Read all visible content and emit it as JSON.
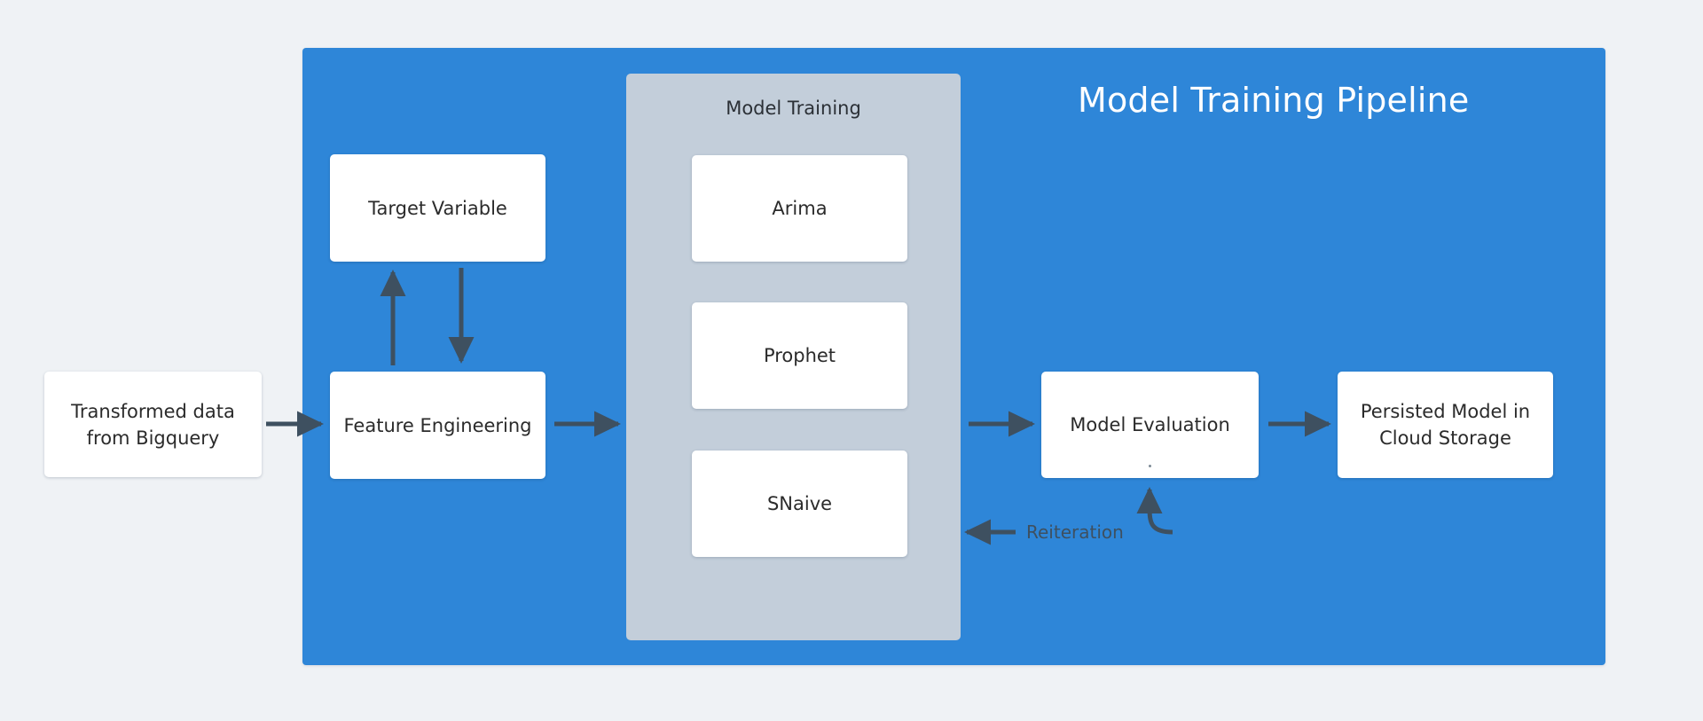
{
  "diagram": {
    "title": "Model Training Pipeline",
    "background_color": "#eff2f5",
    "panel_color": "#2e86d8",
    "group_color": "#c3ceda",
    "node_color": "#ffffff",
    "arrow_color": "#3e5060",
    "title_color": "#ffffff",
    "text_color": "#2b2b2b"
  },
  "external": {
    "source_node": "Transformed data\nfrom Bigquery",
    "source_line1": "Transformed data",
    "source_line2": "from Bigquery"
  },
  "pipeline": {
    "target_variable": "Target Variable",
    "feature_engineering": "Feature Engineering",
    "model_evaluation": "Model Evaluation",
    "persisted_line1": "Persisted Model in",
    "persisted_line2": "Cloud Storage"
  },
  "training_group": {
    "label": "Model Training",
    "models": [
      {
        "name": "Arima"
      },
      {
        "name": "Prophet"
      },
      {
        "name": "SNaive"
      }
    ]
  },
  "edges": {
    "reiteration": "Reiteration"
  }
}
